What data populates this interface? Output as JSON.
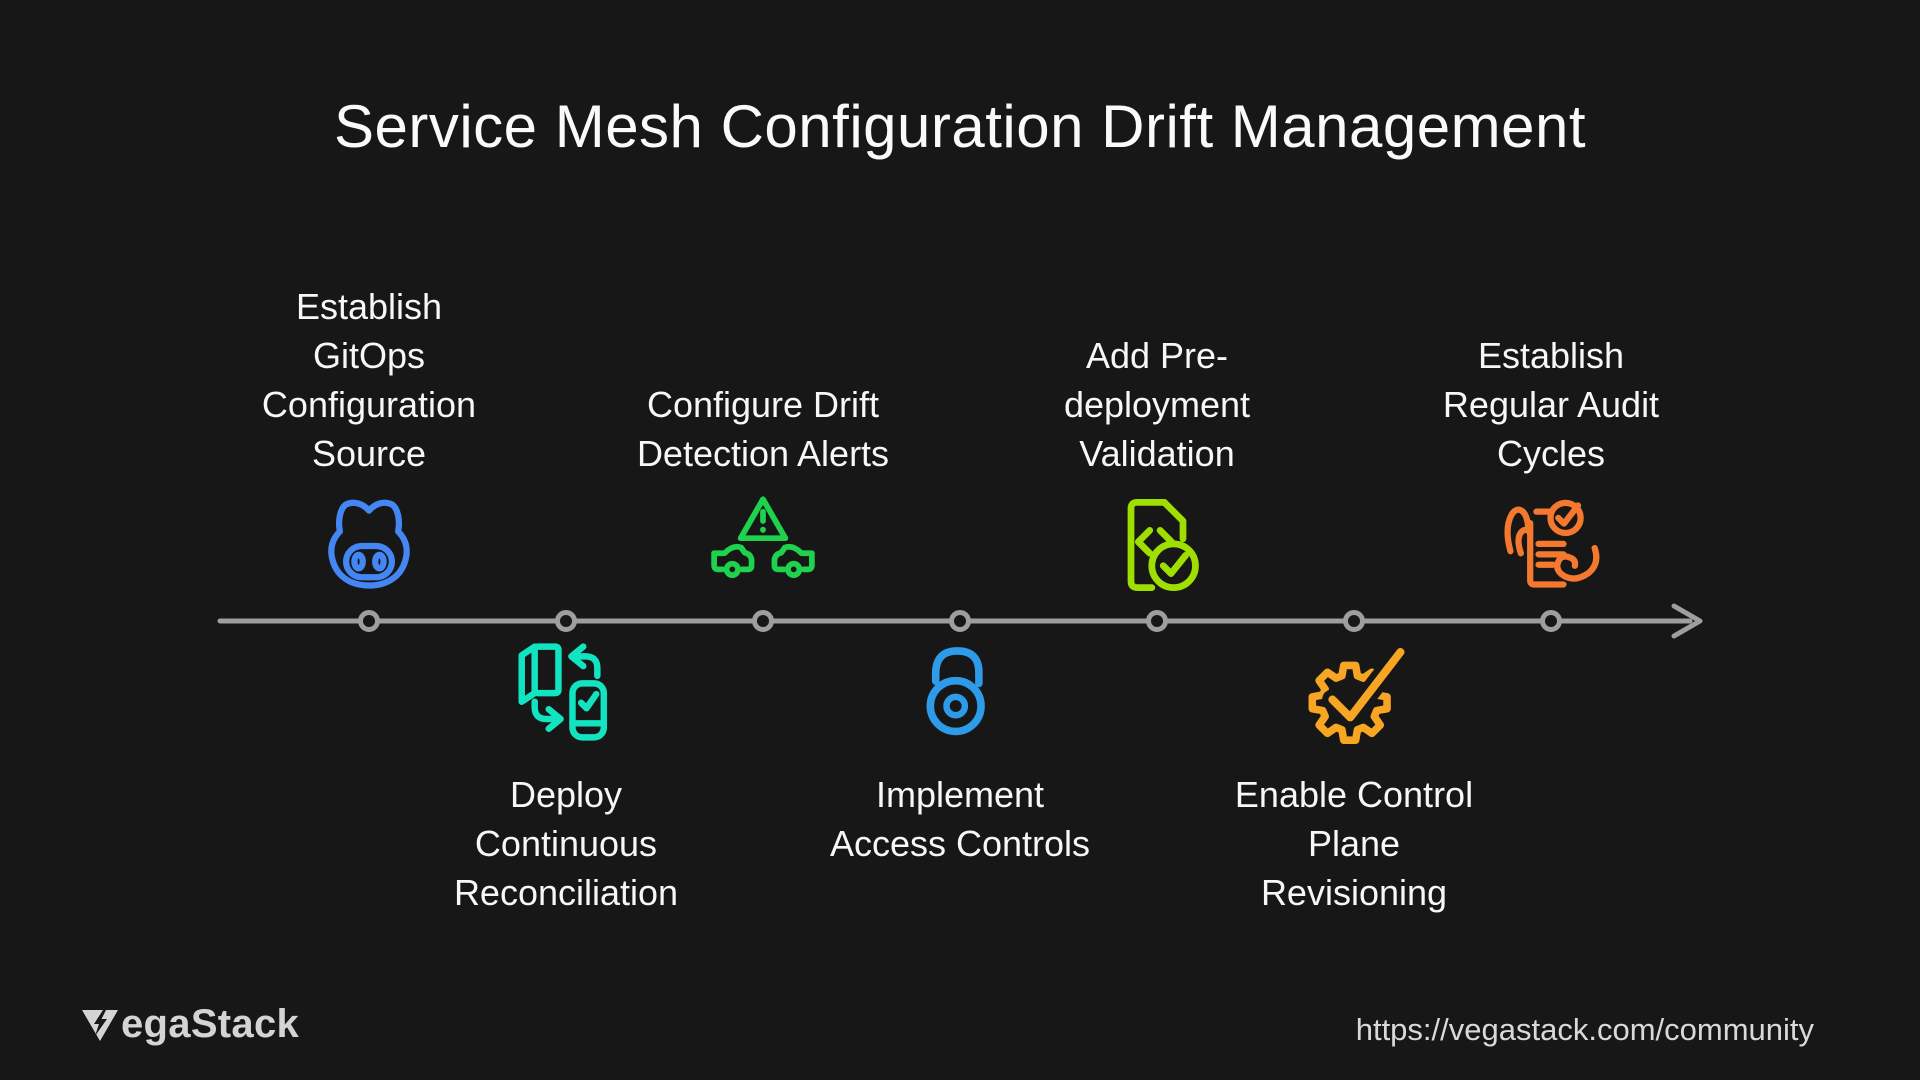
{
  "page": {
    "title": "Service Mesh Configuration Drift Management",
    "background_color": "#171717",
    "text_color": "#f7f7f7"
  },
  "timeline": {
    "direction": "left-to-right",
    "line_color": "#9e9e9e",
    "node_count": 7,
    "steps": [
      {
        "label": "Establish\nGitOps\nConfiguration\nSource",
        "icon": "github-octocat-icon",
        "color": "#4486F4",
        "position": "above"
      },
      {
        "label": "Deploy\nContinuous\nReconciliation",
        "icon": "sync-devices-icon",
        "color": "#12E3C1",
        "position": "below"
      },
      {
        "label": "Configure Drift\nDetection Alerts",
        "icon": "collision-warning-icon",
        "color": "#1FD24E",
        "position": "above"
      },
      {
        "label": "Implement\nAccess Controls",
        "icon": "open-padlock-icon",
        "color": "#2E9BE9",
        "position": "below"
      },
      {
        "label": "Add Pre-\ndeployment\nValidation",
        "icon": "code-file-check-icon",
        "color": "#9EDE00",
        "position": "above"
      },
      {
        "label": "Enable Control\nPlane\nRevisioning",
        "icon": "gear-check-icon",
        "color": "#F6A623",
        "position": "below"
      },
      {
        "label": "Establish\nRegular Audit\nCycles",
        "icon": "audit-checklist-icon",
        "color": "#F4792F",
        "position": "above"
      }
    ]
  },
  "footer": {
    "brand": "VegaStack",
    "brand_mark": "V",
    "brand_rest": "egaStack",
    "url": "https://vegastack.com/community"
  }
}
